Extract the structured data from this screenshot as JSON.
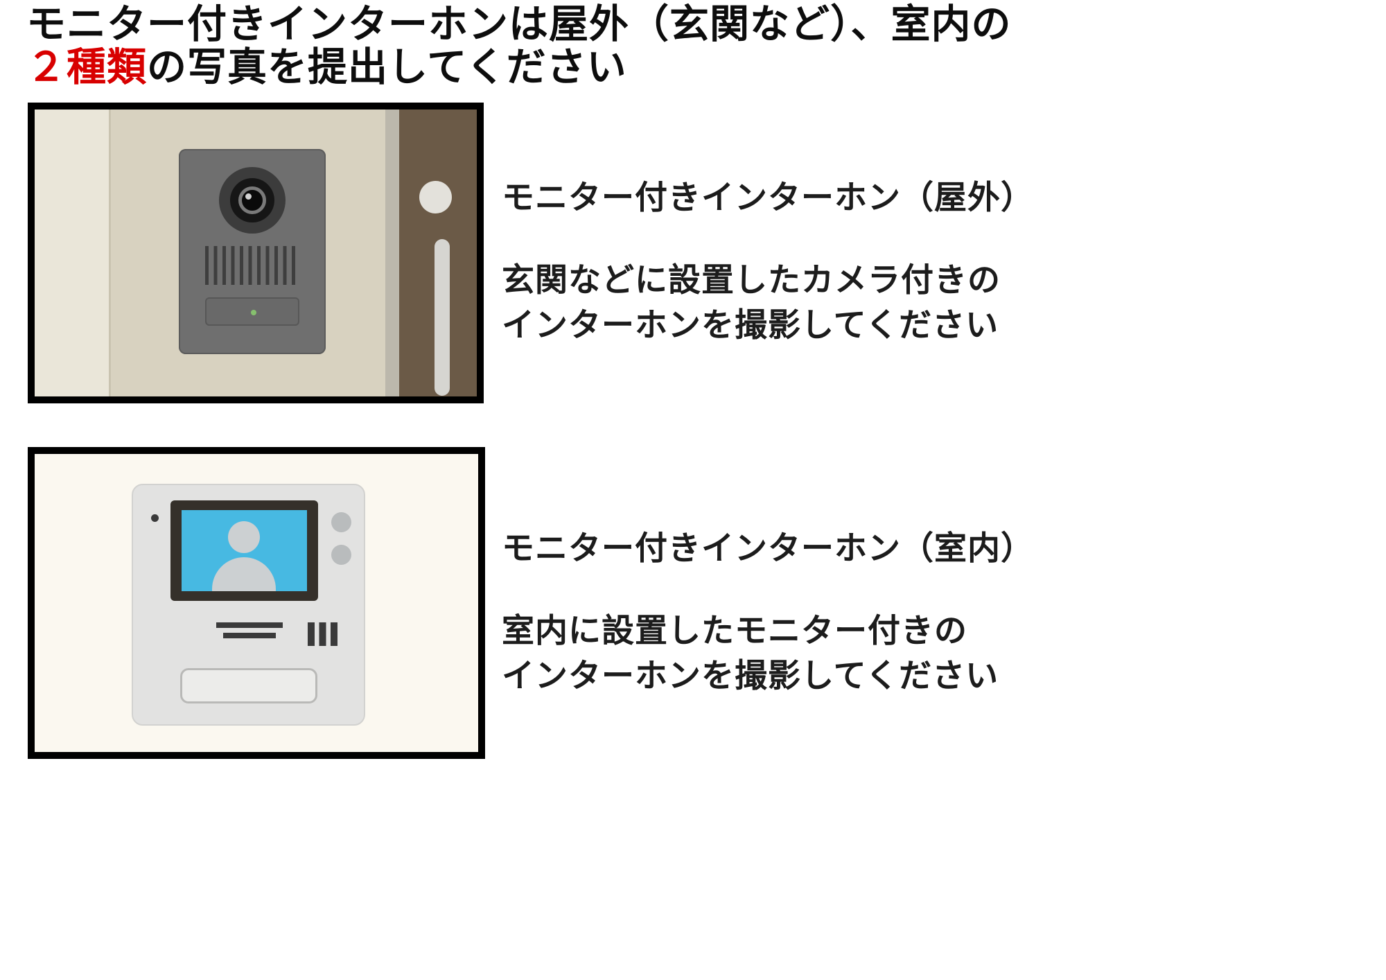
{
  "page": {
    "title_line1": "モニター付きインターホンは屋外（玄関など）、室内の",
    "title_line2_highlight": "２種類",
    "title_line2_rest": "の写真を提出してください"
  },
  "outdoor": {
    "heading": "モニター付きインターホン（屋外）",
    "body_line1": "玄関などに設置したカメラ付きの",
    "body_line2": "インターホンを撮影してください",
    "illustration": "outdoor-camera-intercom-beside-brown-door"
  },
  "indoor": {
    "heading": "モニター付きインターホン（室内）",
    "body_line1": "室内に設置したモニター付きの",
    "body_line2": "インターホンを撮影してください",
    "illustration": "indoor-monitor-intercom-with-blue-screen"
  },
  "colors": {
    "highlight_red": "#d80000",
    "panel_border": "#000000",
    "outdoor_wall": "#d8d2c0",
    "door_brown": "#6b5a47",
    "intercom_gray": "#6f6f6f",
    "indoor_background": "#fbf8f0",
    "indoor_unit_gray": "#e2e2e1",
    "screen_blue": "#47b9e2",
    "led_green": "#86c06e"
  }
}
